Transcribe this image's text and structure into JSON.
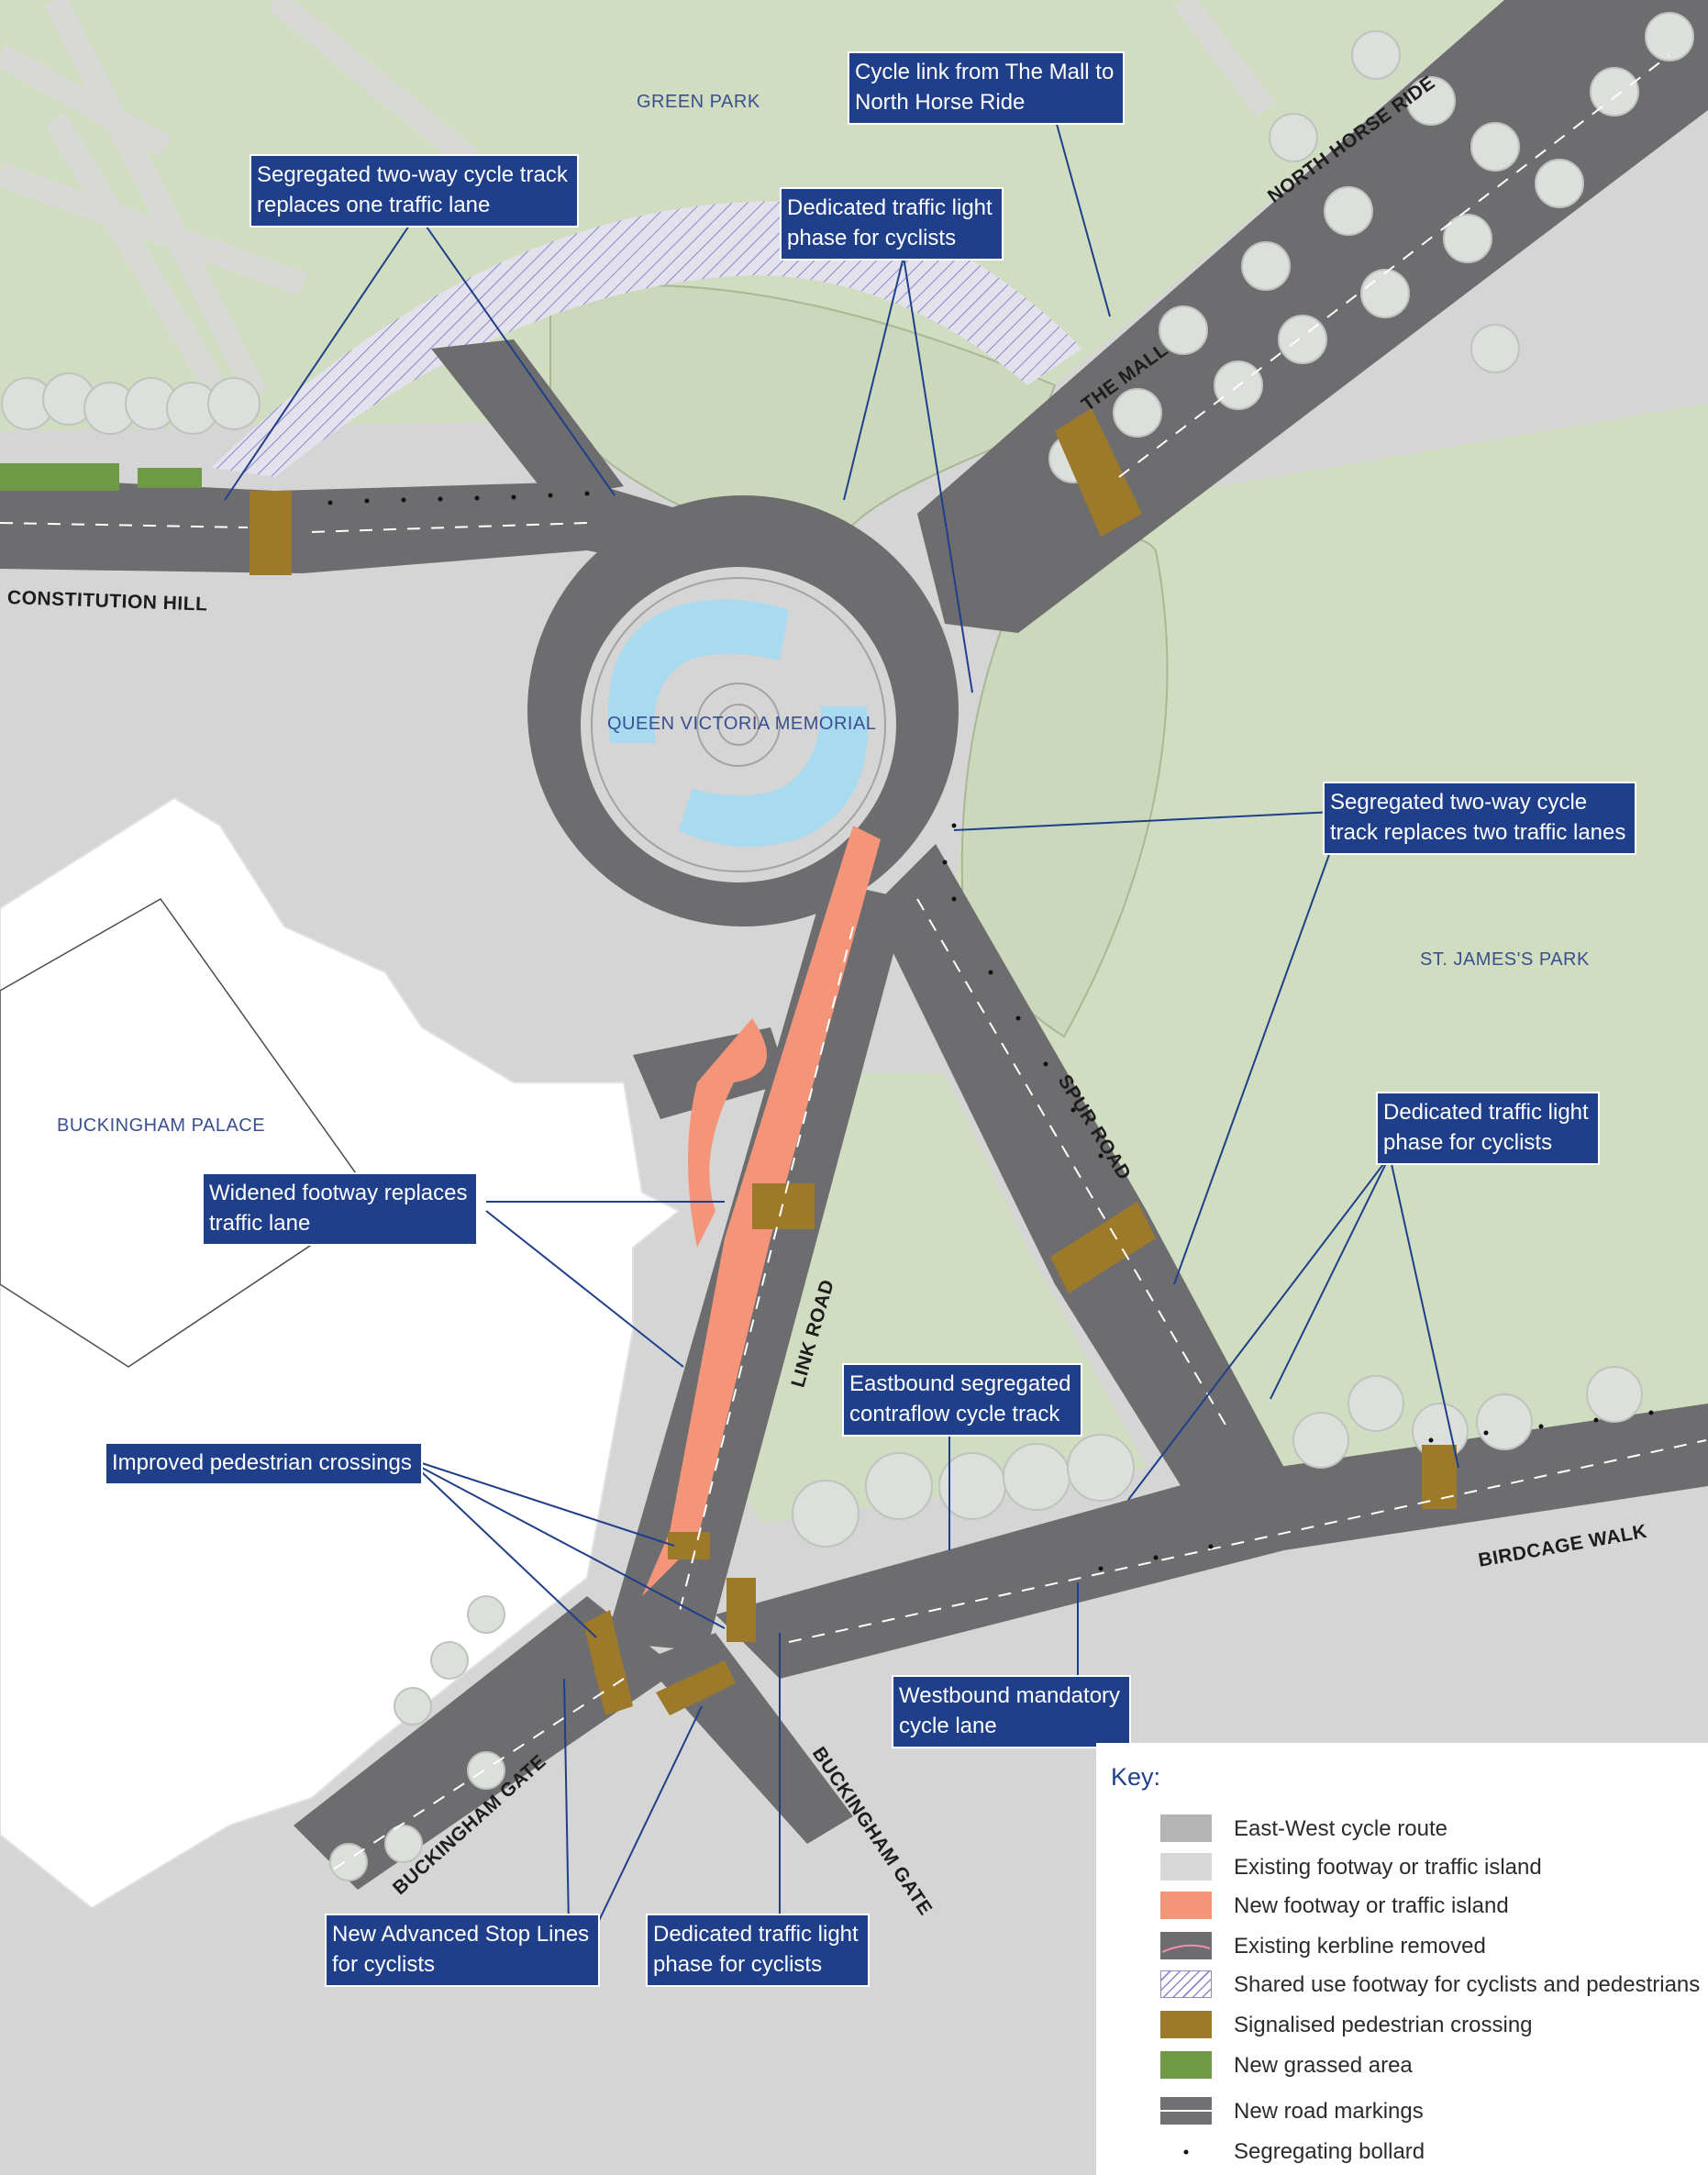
{
  "places": {
    "green_park": "GREEN PARK",
    "queen_victoria_memorial": "QUEEN VICTORIA MEMORIAL",
    "st_jamess_park": "ST. JAMES'S PARK",
    "buckingham_palace": "BUCKINGHAM PALACE"
  },
  "roads": {
    "constitution_hill": "CONSTITUTION HILL",
    "north_horse_ride": "NORTH HORSE RIDE",
    "the_mall": "THE MALL",
    "spur_road": "SPUR ROAD",
    "link_road": "LINK ROAD",
    "birdcage_walk": "BIRDCAGE WALK",
    "buckingham_gate_west": "BUCKINGHAM GATE",
    "buckingham_gate_south": "BUCKINGHAM GATE"
  },
  "callouts": {
    "cycle_link": [
      "Cycle link from The Mall to",
      "North Horse Ride"
    ],
    "segregated_one_lane": [
      "Segregated two-way cycle track",
      "replaces one traffic lane"
    ],
    "light_phase_top": [
      "Dedicated traffic light",
      "phase for cyclists"
    ],
    "segregated_two_lanes": [
      "Segregated two-way cycle",
      "track replaces two traffic lanes"
    ],
    "light_phase_right": [
      "Dedicated traffic light",
      "phase for cyclists"
    ],
    "widened_footway": [
      "Widened footway replaces",
      "traffic lane"
    ],
    "eastbound_contraflow": [
      "Eastbound segregated",
      "contraflow cycle track"
    ],
    "improved_crossings": [
      "Improved pedestrian crossings"
    ],
    "westbound_lane": [
      "Westbound mandatory",
      "cycle lane"
    ],
    "advanced_stop_lines": [
      "New Advanced Stop Lines",
      "for cyclists"
    ],
    "light_phase_bottom": [
      "Dedicated traffic light",
      "phase for cyclists"
    ]
  },
  "key": {
    "title": "Key:",
    "items": [
      {
        "label": "East-West cycle route",
        "color": "#b4b4b4",
        "pattern": "solid"
      },
      {
        "label": "Existing footway or traffic island",
        "color": "#d7d7d7",
        "pattern": "solid"
      },
      {
        "label": "New footway or traffic island",
        "color": "#f4957a",
        "pattern": "solid"
      },
      {
        "label": "Existing kerbline removed",
        "color": "#6d6d70",
        "pattern": "kerb"
      },
      {
        "label": "Shared use footway for cyclists and pedestrians",
        "color": "#8d86c9",
        "pattern": "hatch"
      },
      {
        "label": "Signalised pedestrian crossing",
        "color": "#9d7a2a",
        "pattern": "solid"
      },
      {
        "label": "New grassed area",
        "color": "#6f9a45",
        "pattern": "solid"
      },
      {
        "label": "New road markings",
        "color": "#717174",
        "pattern": "markings"
      },
      {
        "label": "Segregating bollard",
        "color": "#111111",
        "pattern": "dot"
      }
    ]
  },
  "colors": {
    "road": "#6d6d70",
    "footway": "#d4d5d4",
    "park": "#d1ddc0",
    "memorial_water": "#a8daf0",
    "new_footway": "#f4957a",
    "crossing": "#9d7a2a",
    "grassed": "#6f9a45",
    "tree": "#dcdfdb",
    "callout": "#1f3f8a",
    "shared_hatch": "#8d86c9"
  }
}
